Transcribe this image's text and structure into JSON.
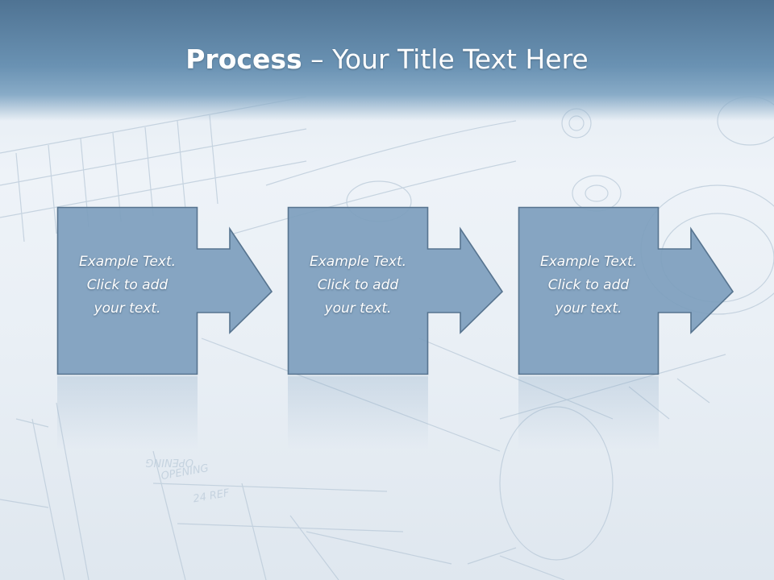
{
  "slide": {
    "title_bold": "Process",
    "title_rest": " – Your Title Text Here"
  },
  "steps": [
    {
      "text": "Example Text.\nClick  to add\nyour text."
    },
    {
      "text": "Example Text.\nClick  to add\nyour text."
    },
    {
      "text": "Example Text.\nClick  to add\nyour text."
    }
  ],
  "colors": {
    "title_bar": "#5f86a8",
    "box_fill": "#7d9ebd",
    "box_border": "#5a7691",
    "text": "#ffffff"
  }
}
